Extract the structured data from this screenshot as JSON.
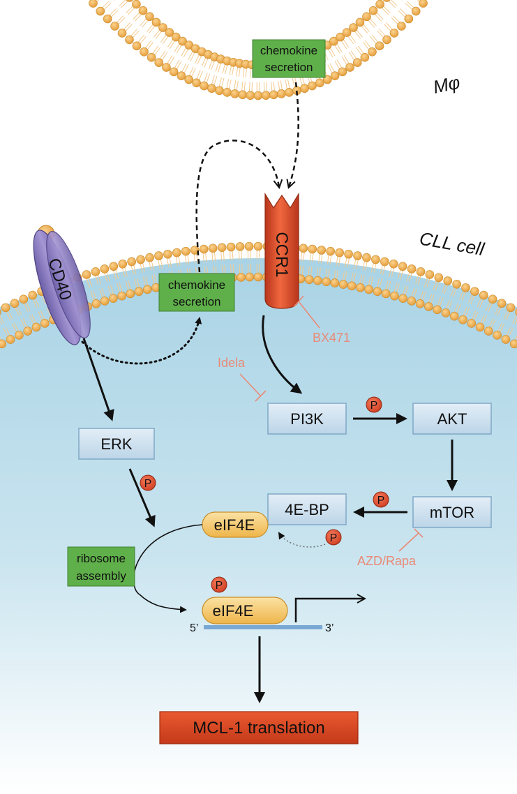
{
  "labels": {
    "macrophage": "Mφ",
    "cll_cell": "CLL cell",
    "cd40": "CD40",
    "ccr1": "CCR1",
    "chemokine_top": [
      "chemokine",
      "secretion"
    ],
    "chemokine_cll": [
      "chemokine",
      "secretion"
    ],
    "ribosome": [
      "ribosome",
      "assembly"
    ],
    "erk": "ERK",
    "pi3k": "PI3K",
    "akt": "AKT",
    "mtor": "mTOR",
    "fourebp": "4E-BP",
    "eif4e_bound": "eIF4E",
    "eif4e_mrna": "eIF4E",
    "five_prime": "5’",
    "three_prime": "3’",
    "mcl1": "MCL-1 translation",
    "phospho": "P"
  },
  "inhibitors": {
    "bx471": "BX471",
    "idela": "Idela",
    "azd_rapa": "AZD/Rapa"
  },
  "colors": {
    "membrane_head": "#f0ac4e",
    "membrane_tail": "#f3c98f",
    "cytoplasm_top": "#a8d4e6",
    "cytoplasm_bottom": "#ffffff",
    "protein_box": "#cfe2f0",
    "protein_border": "#7fa8c6",
    "green_box": "#5fb04a",
    "eif4e": "#f5c76a",
    "ccr1": "#dd4a25",
    "cd40": "#8c7cc0",
    "phospho": "#e55034",
    "inhibitor": "#e98a77",
    "mcl1_box": "#d8431f"
  }
}
